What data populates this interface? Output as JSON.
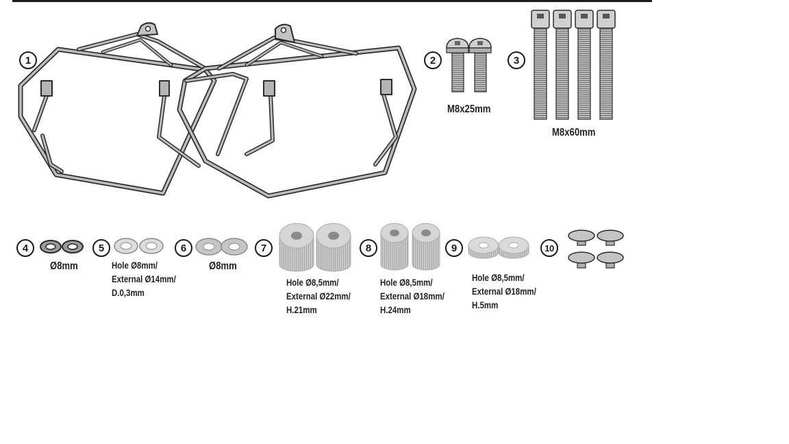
{
  "parts": [
    {
      "number": "1",
      "lines": []
    },
    {
      "number": "2",
      "lines": [
        "M8x25mm"
      ]
    },
    {
      "number": "3",
      "lines": [
        "M8x60mm"
      ]
    },
    {
      "number": "4",
      "lines": [
        "Ø8mm"
      ]
    },
    {
      "number": "5",
      "lines": [
        "Hole Ø8mm/",
        "External Ø14mm/",
        "D.0,3mm"
      ]
    },
    {
      "number": "6",
      "lines": [
        "Ø8mm"
      ]
    },
    {
      "number": "7",
      "lines": [
        "Hole Ø8,5mm/",
        "External Ø22mm/",
        "H.21mm"
      ]
    },
    {
      "number": "8",
      "lines": [
        "Hole Ø8,5mm/",
        "External Ø18mm/",
        "H.24mm"
      ]
    },
    {
      "number": "9",
      "lines": [
        "Hole Ø8,5mm/",
        "External Ø18mm/",
        "H.5mm"
      ]
    },
    {
      "number": "10",
      "lines": []
    }
  ],
  "colors": {
    "line": "#1a1a1a",
    "metal": "#b8b8b8",
    "metal_dark": "#8c8c8c",
    "spacer": "#cfcfcf"
  }
}
